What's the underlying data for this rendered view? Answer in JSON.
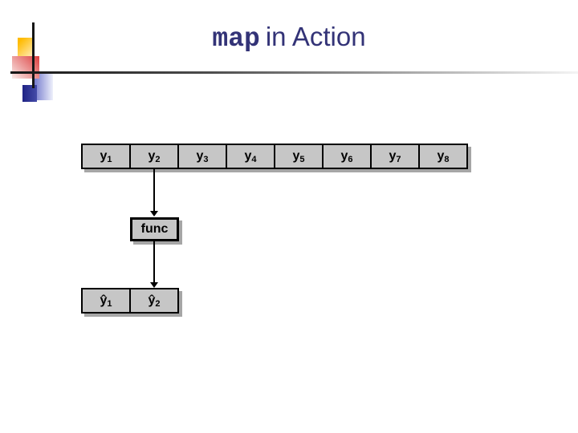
{
  "title": {
    "code": "map",
    "rest": "in Action",
    "color": "#333377"
  },
  "diagram": {
    "input_row": {
      "cells": [
        {
          "base": "y",
          "sub": "1"
        },
        {
          "base": "y",
          "sub": "2"
        },
        {
          "base": "y",
          "sub": "3"
        },
        {
          "base": "y",
          "sub": "4"
        },
        {
          "base": "y",
          "sub": "5"
        },
        {
          "base": "y",
          "sub": "6"
        },
        {
          "base": "y",
          "sub": "7"
        },
        {
          "base": "y",
          "sub": "8"
        }
      ]
    },
    "func_box": {
      "label": "func"
    },
    "output_row": {
      "cells": [
        {
          "base": "ŷ",
          "sub": "1"
        },
        {
          "base": "ŷ",
          "sub": "2"
        }
      ]
    },
    "colors": {
      "cell_fill": "#c6c6c6",
      "border": "#000000",
      "shadow": "#a6a6a6",
      "arrow": "#000000"
    }
  },
  "decoration": {
    "colors": {
      "gold": "#ffbb00",
      "red": "#de4747",
      "light_blue": "#767cce",
      "navy": "#1f2384",
      "rule_dark": "#151515"
    }
  }
}
